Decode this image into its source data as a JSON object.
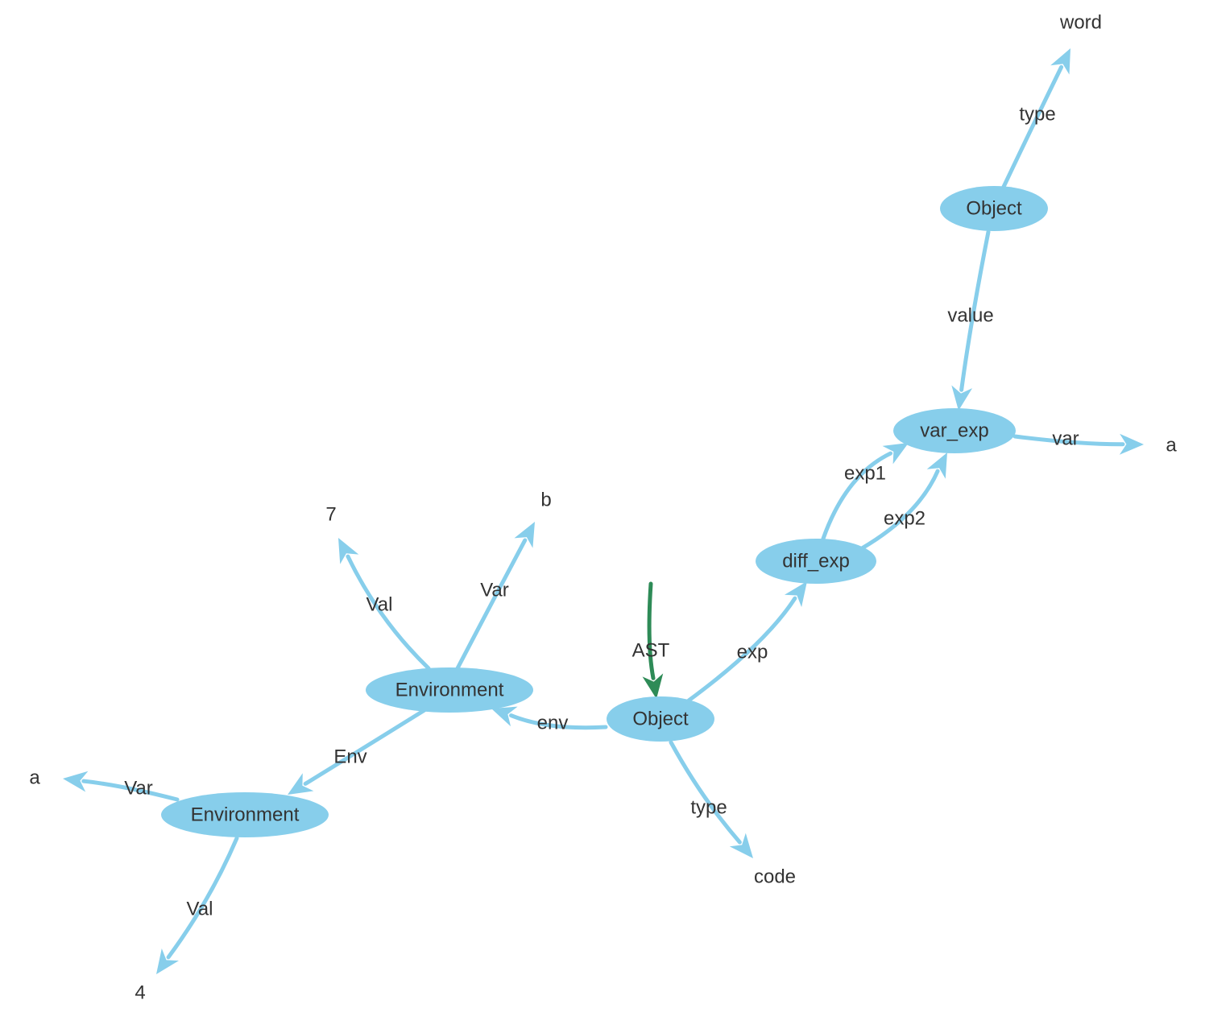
{
  "colors": {
    "node_fill": "#87CEEB",
    "edge": "#87CEEB",
    "root_edge": "#2E8B57",
    "text": "#333333",
    "background": "#ffffff"
  },
  "nodes": [
    {
      "id": "obj_main",
      "label": "Object",
      "kind": "node"
    },
    {
      "id": "obj_top",
      "label": "Object",
      "kind": "node"
    },
    {
      "id": "var_exp",
      "label": "var_exp",
      "kind": "node"
    },
    {
      "id": "diff_exp",
      "label": "diff_exp",
      "kind": "node"
    },
    {
      "id": "env1",
      "label": "Environment",
      "kind": "node"
    },
    {
      "id": "env2",
      "label": "Environment",
      "kind": "node"
    },
    {
      "id": "v_word",
      "label": "word",
      "kind": "value"
    },
    {
      "id": "v_a1",
      "label": "a",
      "kind": "value"
    },
    {
      "id": "v_code",
      "label": "code",
      "kind": "value"
    },
    {
      "id": "v_7",
      "label": "7",
      "kind": "value"
    },
    {
      "id": "v_b",
      "label": "b",
      "kind": "value"
    },
    {
      "id": "v_a2",
      "label": "a",
      "kind": "value"
    },
    {
      "id": "v_4",
      "label": "4",
      "kind": "value"
    }
  ],
  "edges": [
    {
      "from": "root",
      "to": "obj_main",
      "label": "AST"
    },
    {
      "from": "obj_top",
      "to": "v_word",
      "label": "type"
    },
    {
      "from": "obj_top",
      "to": "var_exp",
      "label": "value"
    },
    {
      "from": "var_exp",
      "to": "v_a1",
      "label": "var"
    },
    {
      "from": "diff_exp",
      "to": "var_exp",
      "label": "exp1"
    },
    {
      "from": "diff_exp",
      "to": "var_exp",
      "label": "exp2"
    },
    {
      "from": "obj_main",
      "to": "diff_exp",
      "label": "exp"
    },
    {
      "from": "obj_main",
      "to": "env1",
      "label": "env"
    },
    {
      "from": "obj_main",
      "to": "v_code",
      "label": "type"
    },
    {
      "from": "env1",
      "to": "v_7",
      "label": "Val"
    },
    {
      "from": "env1",
      "to": "v_b",
      "label": "Var"
    },
    {
      "from": "env1",
      "to": "env2",
      "label": "Env"
    },
    {
      "from": "env2",
      "to": "v_a2",
      "label": "Var"
    },
    {
      "from": "env2",
      "to": "v_4",
      "label": "Val"
    }
  ]
}
